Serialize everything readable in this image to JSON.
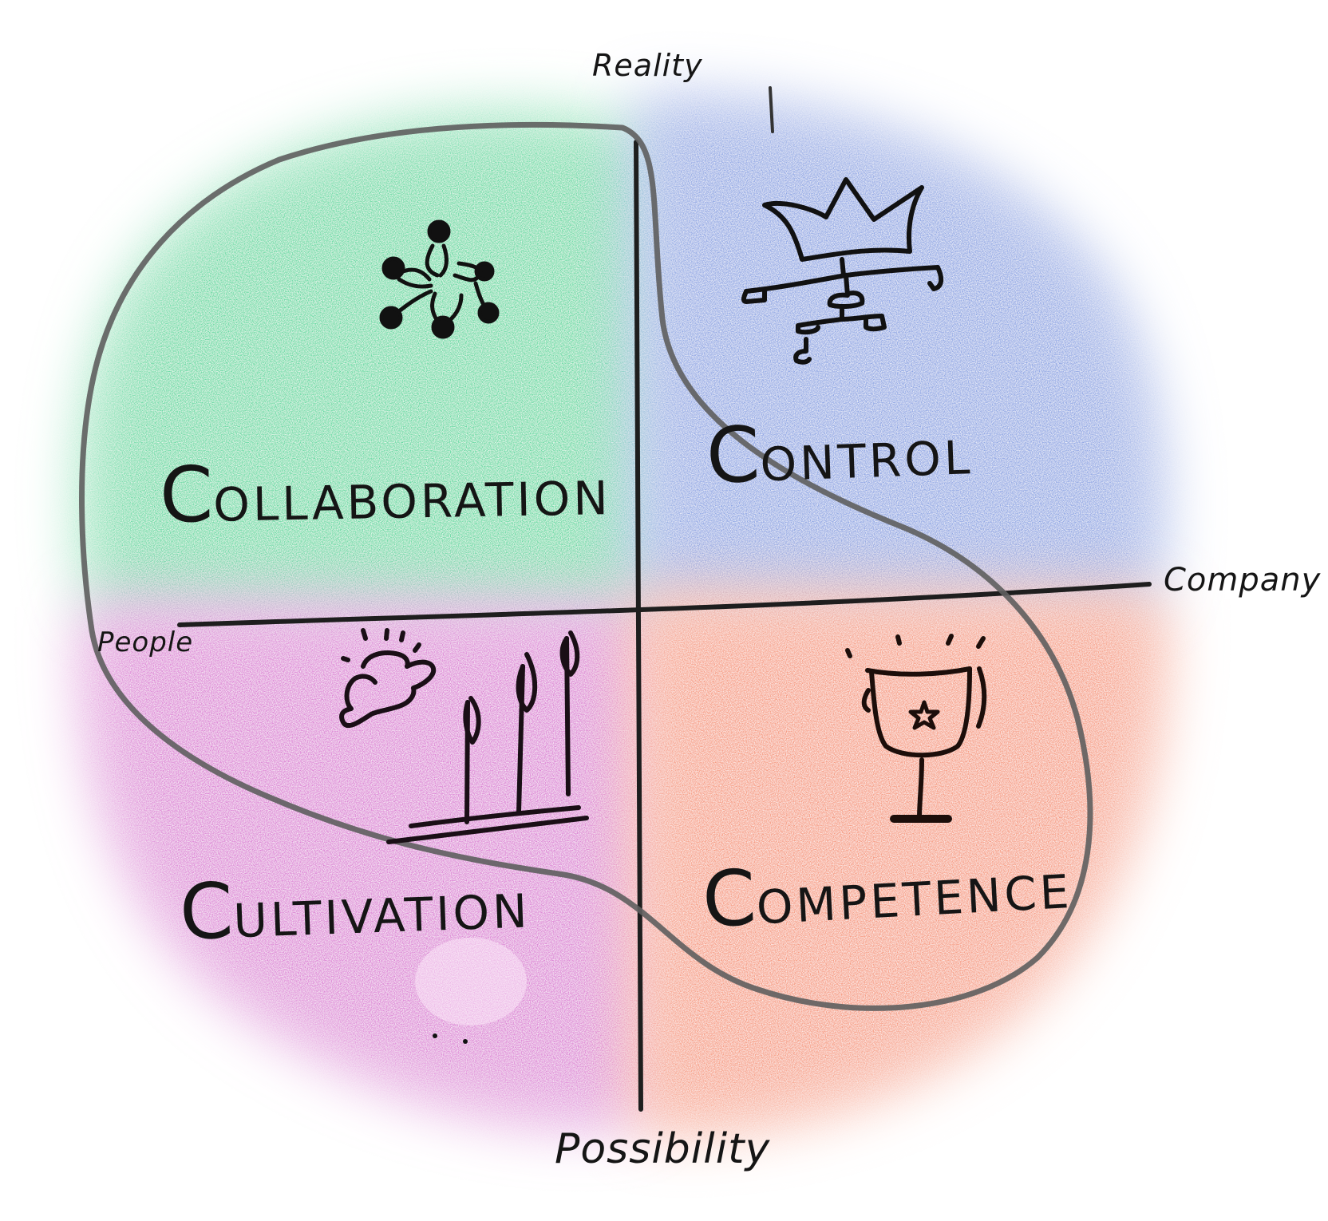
{
  "diagram": {
    "type": "quadrant",
    "axes": {
      "top": "Reality",
      "bottom": "Possibility",
      "left": "People",
      "right": "Company"
    },
    "quadrants": [
      {
        "position": "top-left",
        "label_initial": "C",
        "label_rest": "OLLABORATION",
        "label": "Collaboration",
        "icon": "people-circle-icon",
        "color": "#5fd9a0"
      },
      {
        "position": "top-right",
        "label_initial": "C",
        "label_rest": "ONTROL",
        "label": "Control",
        "icon": "crown-hierarchy-icon",
        "color": "#7f9ee0"
      },
      {
        "position": "bottom-left",
        "label_initial": "C",
        "label_rest": "ULTIVATION",
        "label": "Cultivation",
        "icon": "sun-cloud-growing-plants-icon",
        "color": "#df7fd6"
      },
      {
        "position": "bottom-right",
        "label_initial": "C",
        "label_rest": "OMPETENCE",
        "label": "Competence",
        "icon": "trophy-star-icon",
        "color": "#f59a78"
      }
    ],
    "enclosure": {
      "description": "gray loop enclosing Collaboration, Cultivation and Competence",
      "color": "#5e5e5e"
    }
  }
}
